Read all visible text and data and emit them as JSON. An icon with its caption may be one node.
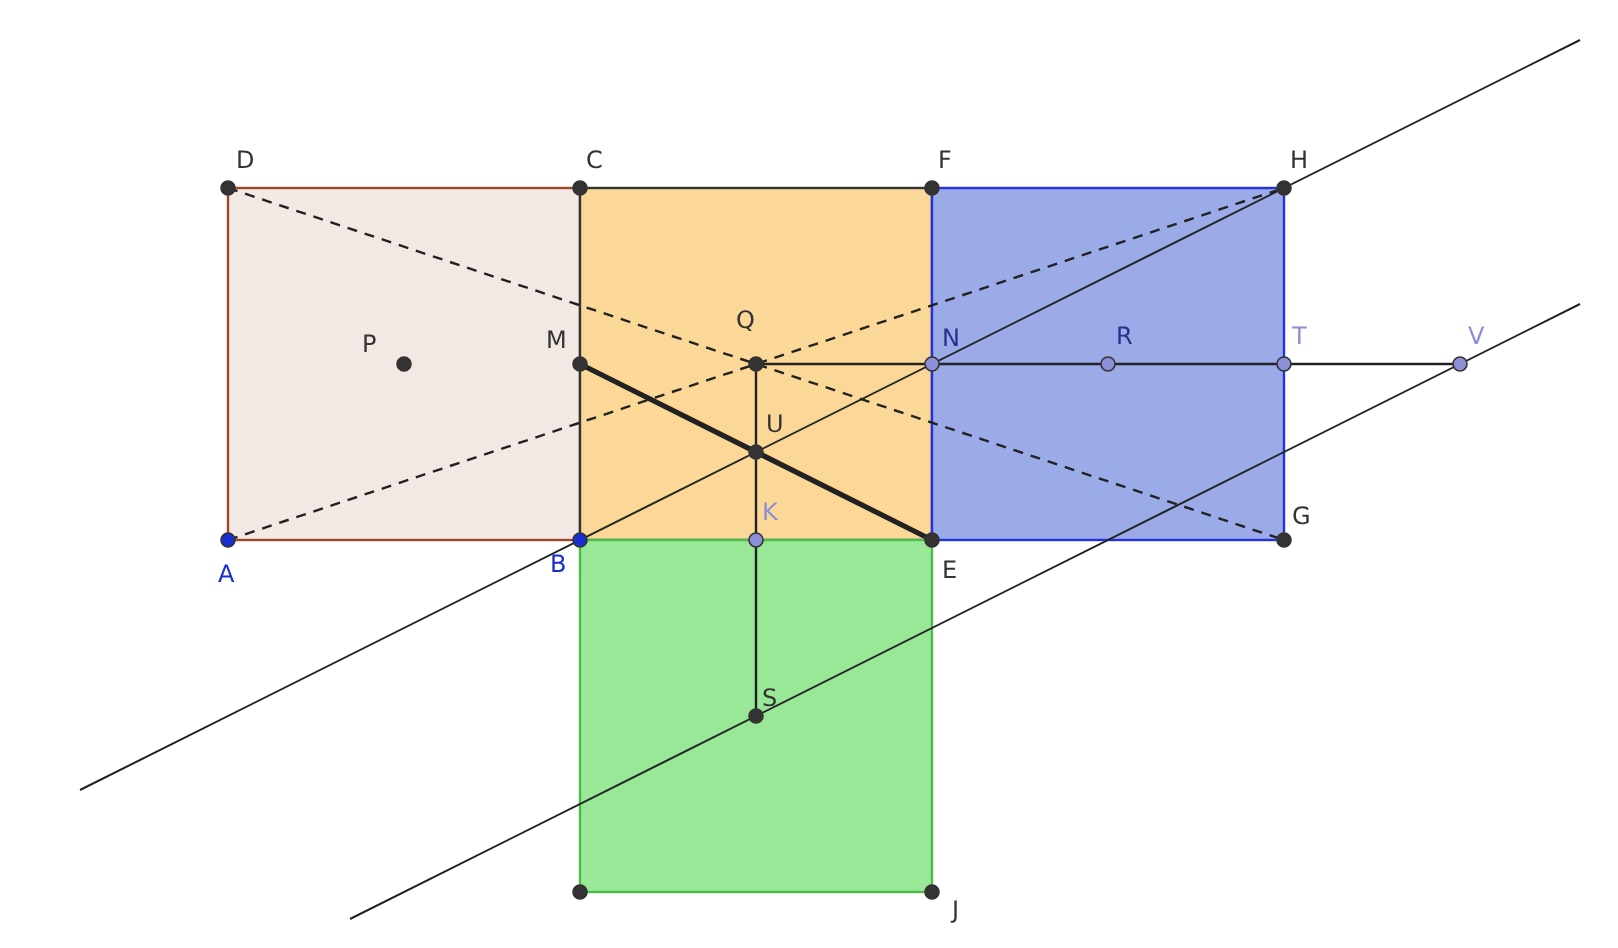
{
  "diagram": {
    "labels": [
      "D",
      "C",
      "F",
      "H",
      "Q",
      "P",
      "M",
      "N",
      "R",
      "T",
      "V",
      "U",
      "K",
      "G",
      "A",
      "B",
      "E",
      "S",
      "J"
    ]
  }
}
